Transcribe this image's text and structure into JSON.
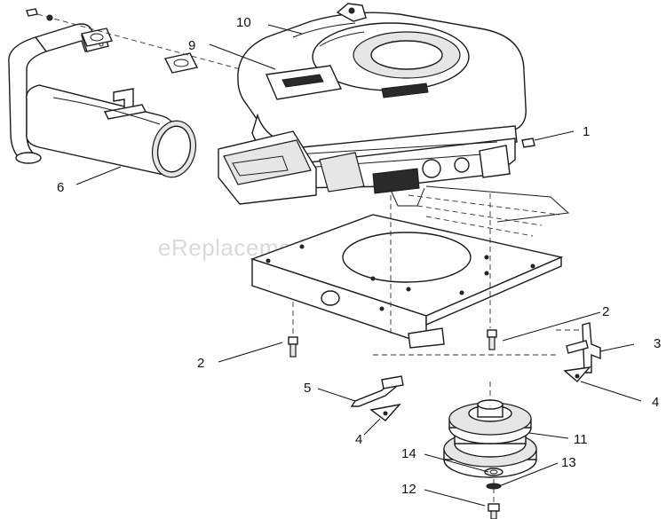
{
  "watermark": "eReplacementParts.com",
  "callouts": [
    {
      "id": "c1",
      "label": "1"
    },
    {
      "id": "c2a",
      "label": "2"
    },
    {
      "id": "c2b",
      "label": "2"
    },
    {
      "id": "c3",
      "label": "3"
    },
    {
      "id": "c4a",
      "label": "4"
    },
    {
      "id": "c4b",
      "label": "4"
    },
    {
      "id": "c5",
      "label": "5"
    },
    {
      "id": "c6",
      "label": "6"
    },
    {
      "id": "c9",
      "label": "9"
    },
    {
      "id": "c10",
      "label": "10"
    },
    {
      "id": "c11",
      "label": "11"
    },
    {
      "id": "c12",
      "label": "12"
    },
    {
      "id": "c13",
      "label": "13"
    },
    {
      "id": "c14",
      "label": "14"
    }
  ]
}
